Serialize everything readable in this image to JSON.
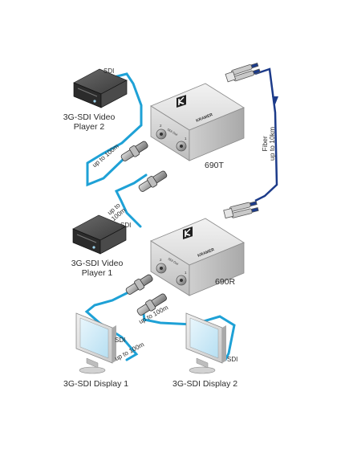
{
  "labels": {
    "player2": [
      "3G-SDI Video",
      "Player 2"
    ],
    "player1": [
      "3G-SDI Video",
      "Player 1"
    ],
    "display1": "3G-SDI Display 1",
    "display2": "3G-SDI Display 2",
    "transmitter_model": "690T",
    "receiver_model": "690R",
    "fiber": [
      "Fiber",
      "up to 10km"
    ],
    "sdi": "SDI",
    "up_to_100m": "up to 100m",
    "up_to": "up to",
    "m100": "100m"
  },
  "device_face_text": {
    "brand": "KRAMER",
    "sdi_out": "SDI Out",
    "port1": "1",
    "port2": "2"
  },
  "colors": {
    "cable": "#1ea1d6",
    "fiber": "#1c3b8a",
    "device_body": "#e6e6e6",
    "device_dark": "#8a8a8a",
    "text": "#2b2b2b"
  }
}
